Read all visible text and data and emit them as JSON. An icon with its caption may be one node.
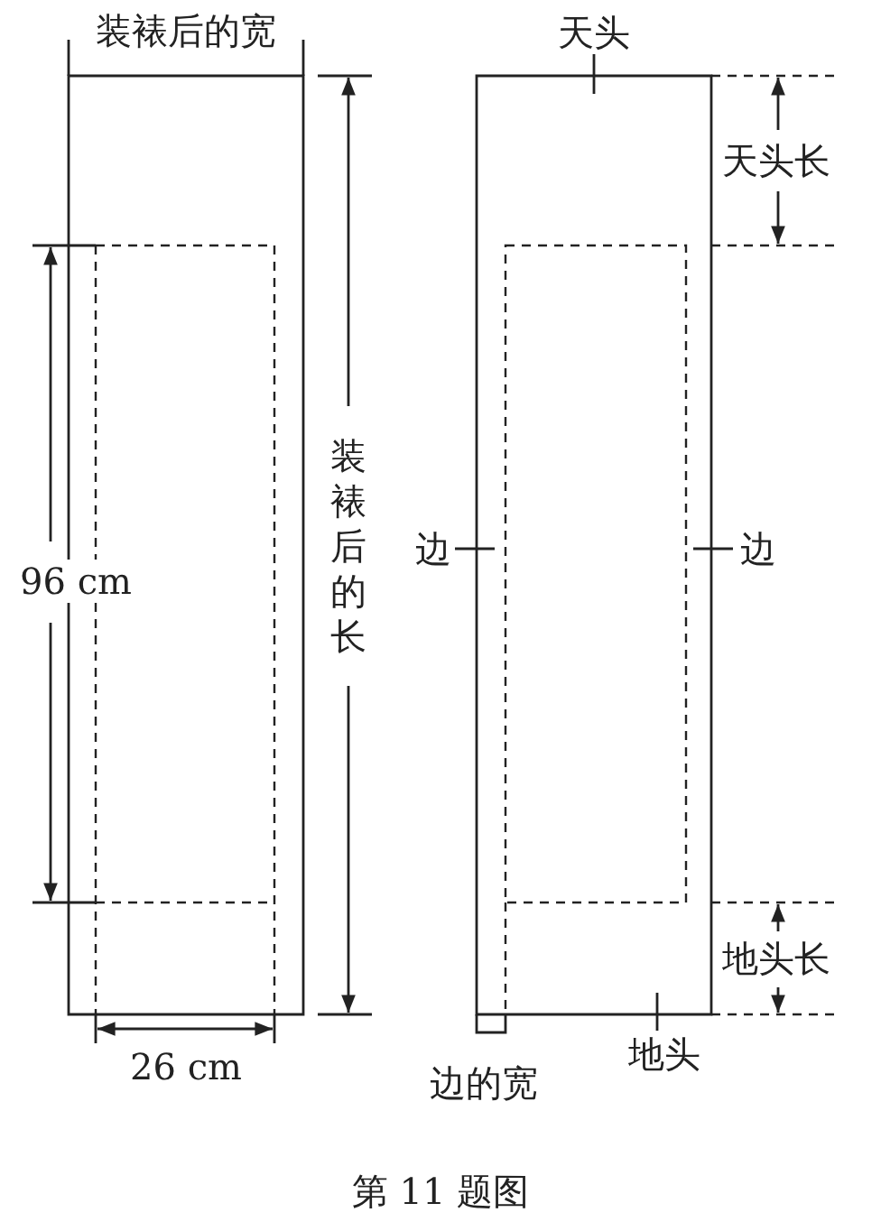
{
  "diagram": {
    "caption": "第 11 题图",
    "nodes": [
      {
        "text": [
          "天头"
        ]
      },
      {
        "text": [
          "边"
        ]
      },
      {
        "text": [
          "边"
        ]
      },
      {
        "text": [
          "地头"
        ]
      }
    ],
    "edges": [
      {
        "from": 0,
        "to": null,
        "arrow": "none"
      },
      {
        "from": 1,
        "to": null,
        "arrow": "none"
      },
      {
        "from": 2,
        "to": null,
        "arrow": "none"
      },
      {
        "from": 3,
        "to": null,
        "arrow": "none"
      }
    ],
    "labels": [
      "装裱后的宽",
      "天头长",
      "装裱后的长",
      "96 cm",
      "地头长",
      "26 cm",
      "边的宽"
    ]
  }
}
